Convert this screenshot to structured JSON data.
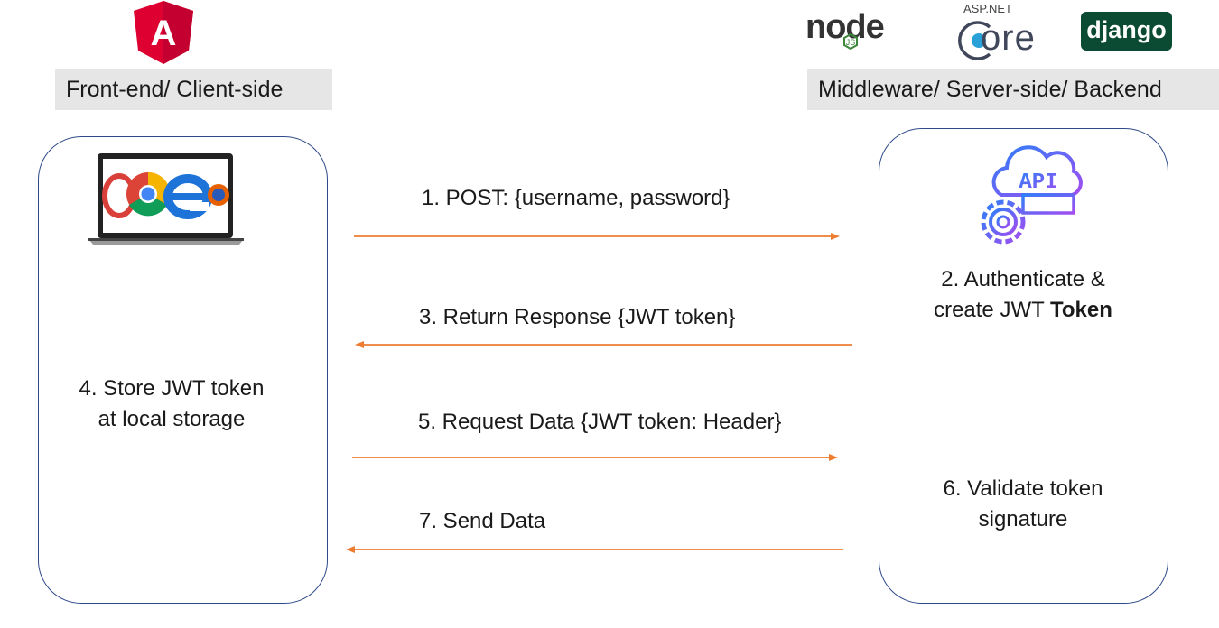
{
  "header": {
    "client_label": "Front-end/ Client-side",
    "server_label": "Middleware/ Server-side/ Backend"
  },
  "logos": {
    "angular_letter": "A",
    "node_text": "node",
    "node_js": "JS",
    "aspnet_text": "ASP.NET",
    "core_text": "ore",
    "django_text": "django",
    "api_text": "API"
  },
  "steps": {
    "step1": "1. POST: {username, password}",
    "step2_line1": "2. Authenticate &",
    "step2_line2_prefix": "create JWT ",
    "step2_line2_bold": "Token",
    "step3": "3. Return Response {JWT token}",
    "step4_line1": "4. Store JWT token",
    "step4_line2": "at local storage",
    "step5": "5. Request Data {JWT token: Header}",
    "step6_line1": "6. Validate token",
    "step6_line2": "signature",
    "step7": "7. Send Data"
  },
  "colors": {
    "arrow": "#ed7d31",
    "panel_border": "#2f4a8a",
    "label_bg": "#e7e6e6",
    "angular_red": "#dd0031",
    "django_green": "#0c4b33",
    "node_green": "#3c873a",
    "api_purple": "#8a4ff0",
    "api_blue": "#2d7ff9"
  }
}
